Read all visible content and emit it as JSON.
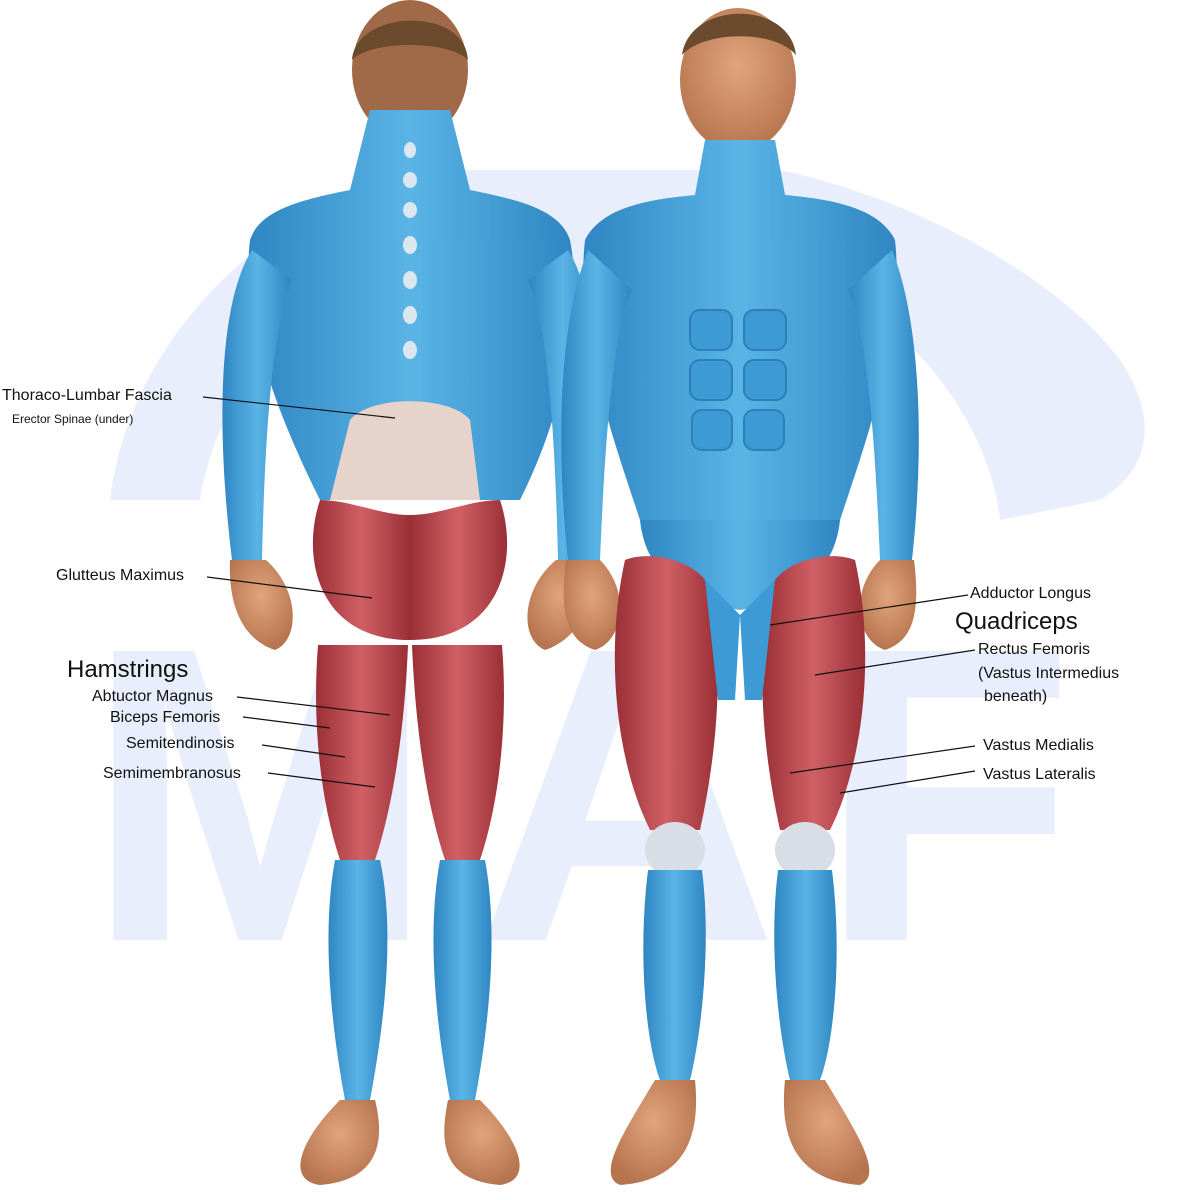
{
  "watermark": {
    "text": "MAF",
    "color": "#e8eefb"
  },
  "colors": {
    "skin_muscle": "#4aa6dd",
    "skin_muscle_dark": "#2d7fb8",
    "target_muscle": "#c44a4f",
    "target_muscle_dark": "#9a2f36",
    "fascia": "#e6d3cc",
    "tendon": "#d8dde6",
    "skin": "#c8875f",
    "hair": "#6b4a2e",
    "leader_line": "#111111"
  },
  "labels": {
    "thoraco_lumbar_fascia": "Thoraco-Lumbar Fascia",
    "erector_spinae": "Erector Spinae (under)",
    "glutteus_maximus": "Glutteus Maximus",
    "hamstrings": "Hamstrings",
    "abtuctor_magnus": "Abtuctor Magnus",
    "biceps_femoris": "Biceps Femoris",
    "semitendinosis": "Semitendinosis",
    "semimembranosus": "Semimembranosus",
    "adductor_longus": "Adductor Longus",
    "quadriceps": "Quadriceps",
    "rectus_femoris": "Rectus Femoris",
    "vastus_intermedius": "(Vastus Intermedius",
    "beneath": "beneath)",
    "vastus_medialis": "Vastus Medialis",
    "vastus_lateralis": "Vastus Lateralis"
  }
}
